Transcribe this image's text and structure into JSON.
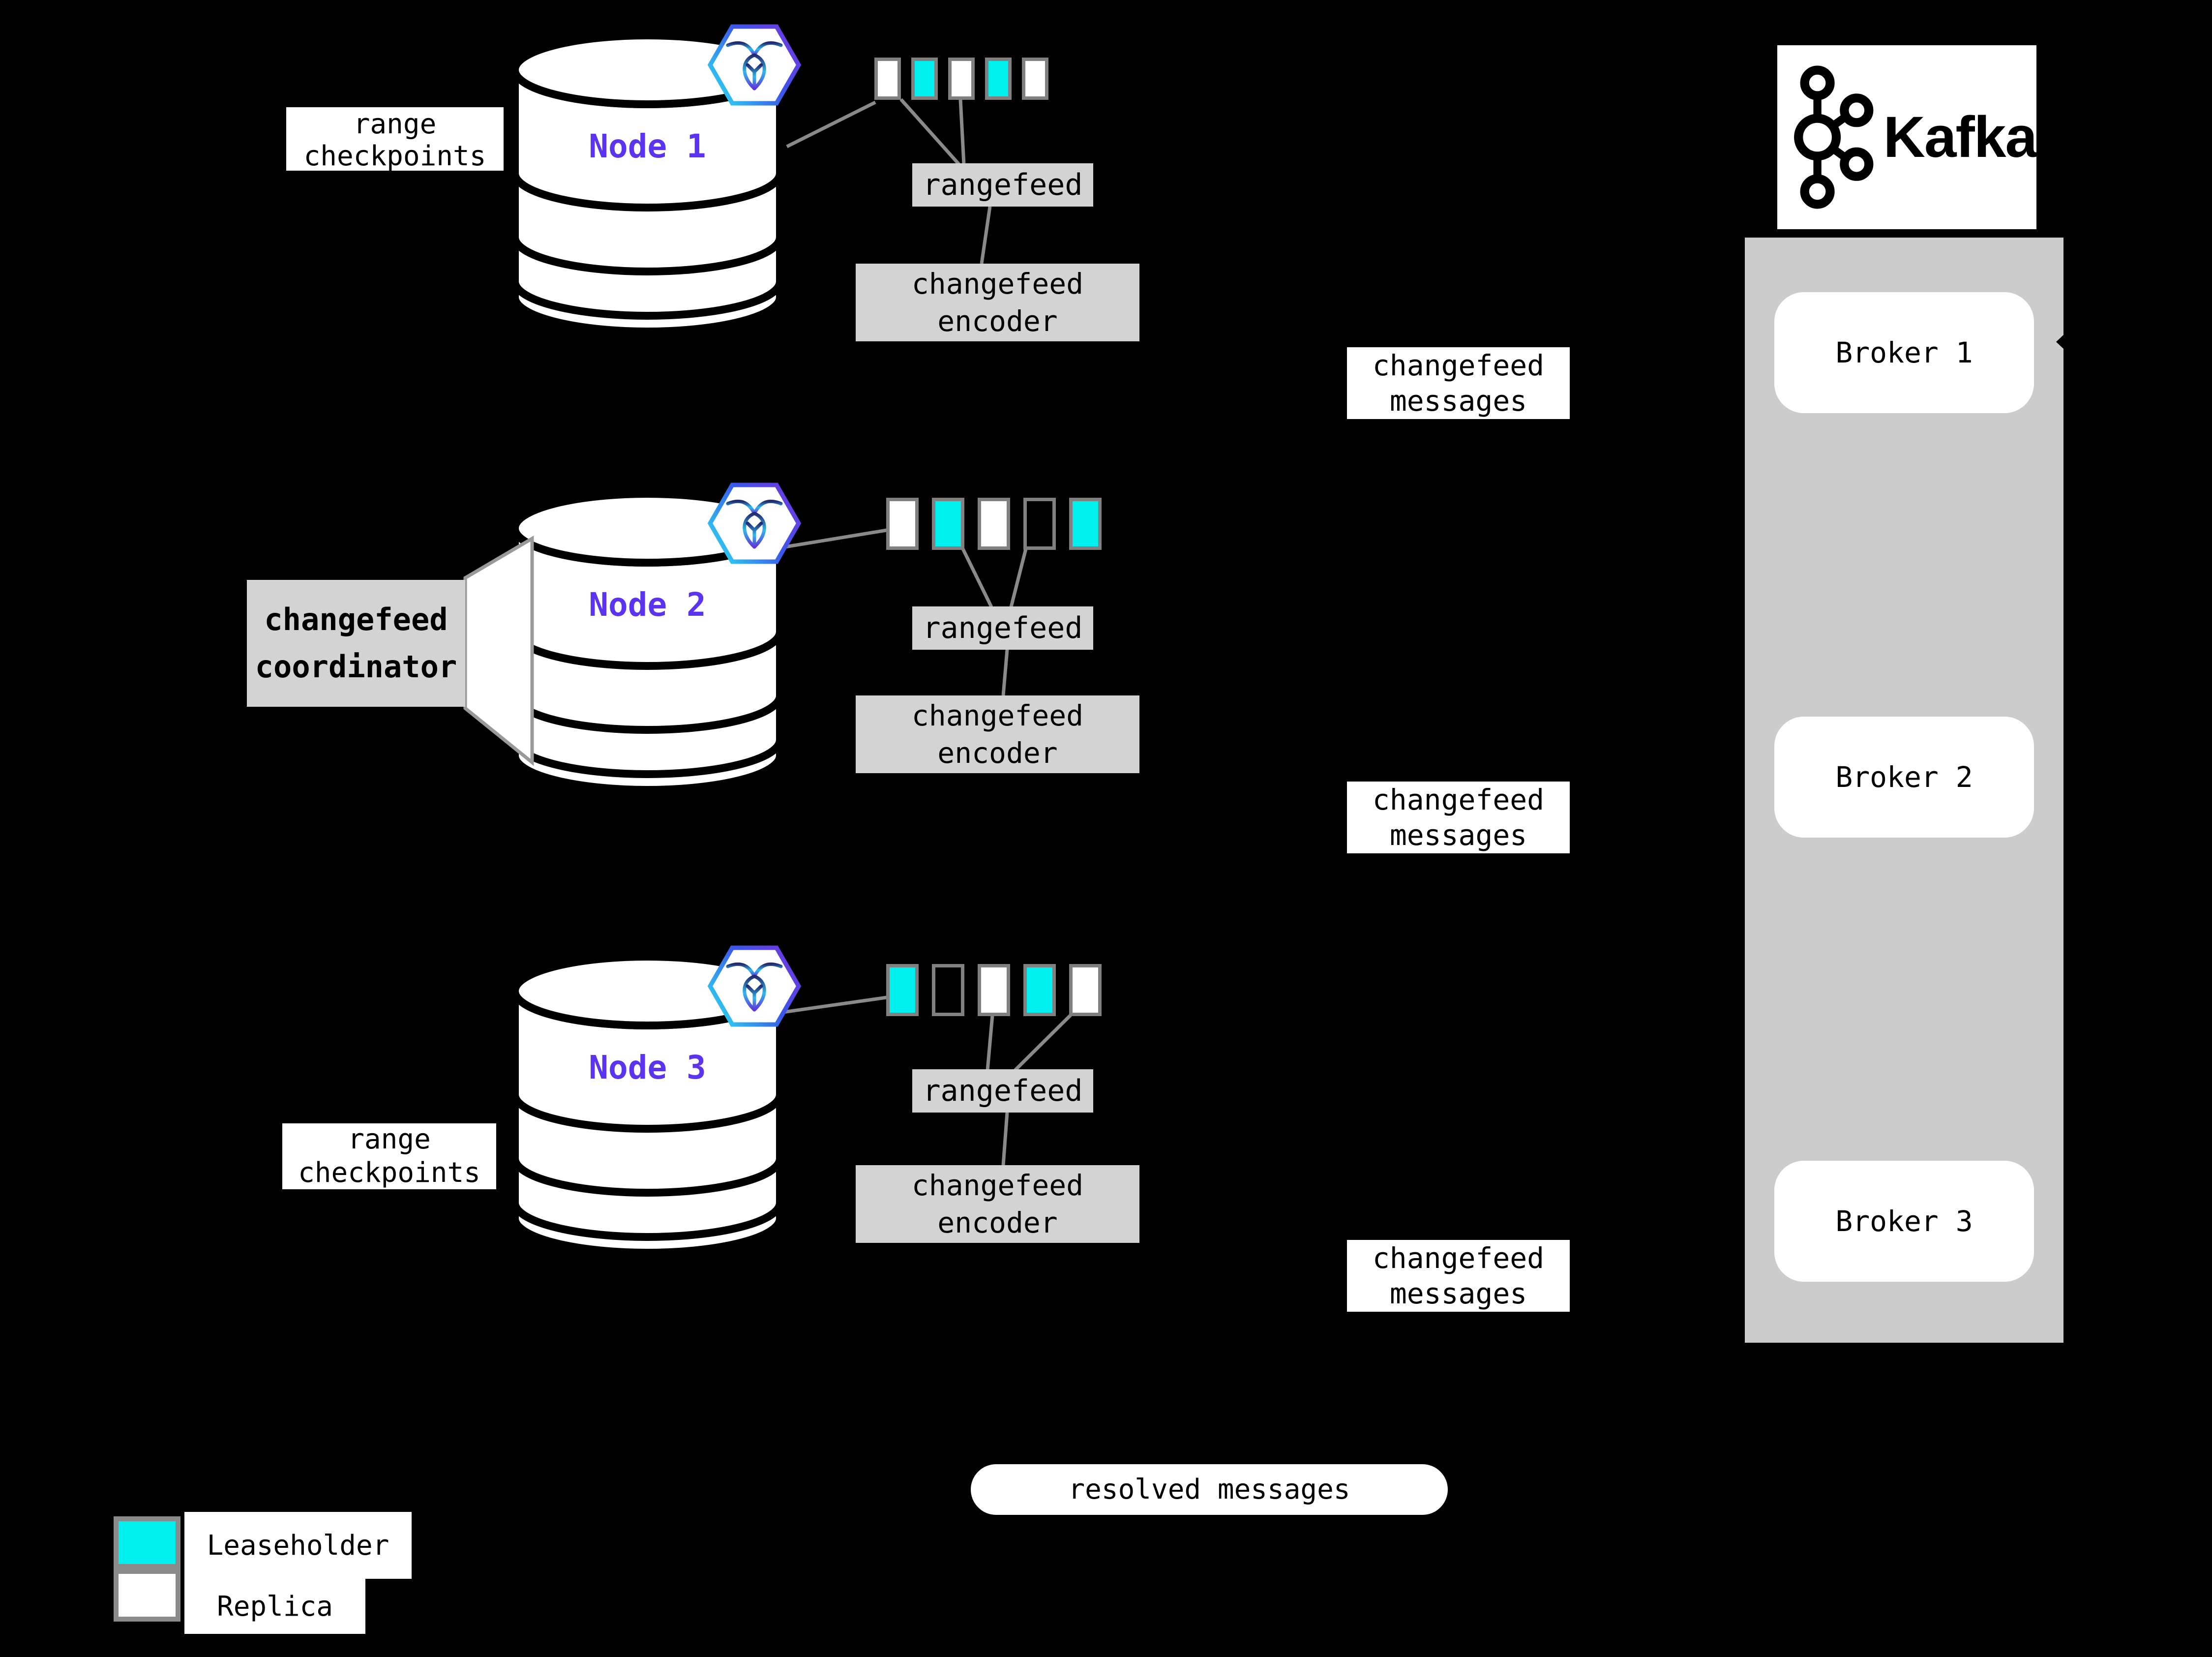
{
  "nodes": [
    {
      "label": "Node 1",
      "checkpoints": [
        "range",
        "checkpoints"
      ],
      "ranges": [
        "replica",
        "leaseholder",
        "replica",
        "leaseholder",
        "replica"
      ],
      "rangefeed": "rangefeed",
      "encoder": [
        "changefeed",
        "encoder"
      ],
      "messages": [
        "changefeed",
        "messages"
      ]
    },
    {
      "label": "Node 2",
      "coordinator": [
        "changefeed",
        "coordinator"
      ],
      "ranges": [
        "replica",
        "leaseholder",
        "replica",
        "empty",
        "leaseholder"
      ],
      "rangefeed": "rangefeed",
      "encoder": [
        "changefeed",
        "encoder"
      ],
      "messages": [
        "changefeed",
        "messages"
      ]
    },
    {
      "label": "Node 3",
      "checkpoints": [
        "range",
        "checkpoints"
      ],
      "ranges": [
        "leaseholder",
        "empty",
        "replica",
        "leaseholder",
        "replica"
      ],
      "rangefeed": "rangefeed",
      "encoder": [
        "changefeed",
        "encoder"
      ],
      "messages": [
        "changefeed",
        "messages"
      ]
    }
  ],
  "kafka": {
    "brand": "Kafka",
    "brokers": [
      "Broker 1",
      "Broker 2",
      "Broker 3"
    ]
  },
  "resolved_label": "resolved messages",
  "legend": {
    "items": [
      {
        "kind": "leaseholder",
        "label": "Leaseholder"
      },
      {
        "kind": "replica",
        "label": "Replica"
      }
    ]
  },
  "icons": {
    "node_badge": "cockroachdb-hexagon-icon",
    "kafka": "kafka-logo-icon",
    "database": "database-cylinder-icon"
  },
  "colors": {
    "background": "#000000",
    "box_gray": "#d3d3d3",
    "container_gray": "#cccccc",
    "leaseholder_cyan": "#00efef",
    "replica_white": "#ffffff",
    "cell_border_gray": "#808080",
    "connector_gray": "#8a8a8a",
    "node_label_purple": "#5c33ee",
    "hexagon_gradient_start": "#2ed3f2",
    "hexagon_gradient_end": "#7038e0"
  }
}
